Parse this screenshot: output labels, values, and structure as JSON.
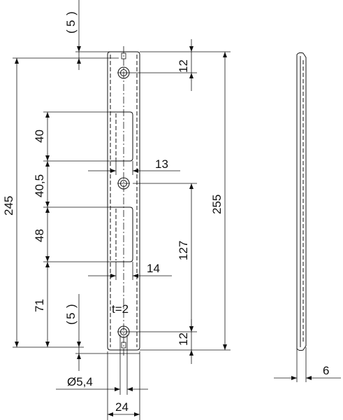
{
  "dimensions": {
    "top_offset": "5",
    "bottom_offset": "5",
    "overall_left": "245",
    "overall_right": "255",
    "hole_top": "12",
    "hole_bottom": "12",
    "cutout_upper_height": "40",
    "gap_between": "40,5",
    "cutout_lower_height": "48",
    "lower_section": "71",
    "cutout_width_upper": "13",
    "cutout_width_lower": "14",
    "hole_spacing": "127",
    "thickness_label": "t=2",
    "hole_diameter": "Ø5,4",
    "plate_width": "24",
    "side_thickness": "6"
  }
}
